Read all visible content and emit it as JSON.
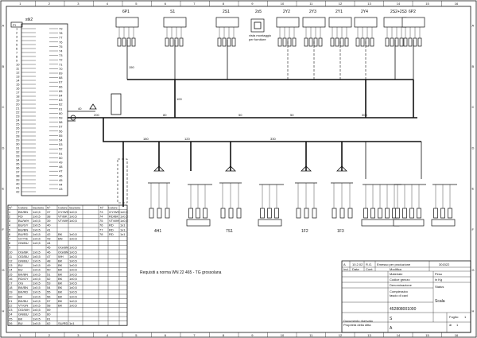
{
  "frame": {
    "columns": [
      "1",
      "2",
      "3",
      "4",
      "5",
      "6",
      "7",
      "8",
      "9",
      "10",
      "11",
      "12",
      "13",
      "14",
      "15",
      "16"
    ],
    "rows": [
      "A",
      "B",
      "C",
      "D",
      "E",
      "F",
      "G",
      "H"
    ]
  },
  "connector": {
    "name": "stk2",
    "label": "PI",
    "pins_left": [
      "1",
      "2",
      "3",
      "4",
      "5",
      "6",
      "7",
      "8",
      "9",
      "10",
      "11",
      "12",
      "13",
      "14",
      "15",
      "16",
      "17",
      "18",
      "19",
      "20",
      "21",
      "22",
      "23",
      "24",
      "25",
      "26",
      "27",
      "28",
      "29",
      "30",
      "31",
      "32",
      "33",
      "34",
      "35",
      "36",
      "37",
      "38",
      "39",
      "40",
      "41",
      "42"
    ],
    "pins_right": [
      "79",
      "78",
      "77",
      "76",
      "75",
      "74",
      "73",
      "72",
      "71",
      "70",
      "69",
      "68",
      "67",
      "66",
      "65",
      "64",
      "63",
      "62",
      "61",
      "60",
      "59",
      "58",
      "57",
      "56",
      "55",
      "54",
      "53",
      "52",
      "51",
      "50",
      "49",
      "48",
      "47",
      "46",
      "45",
      "44",
      "43"
    ]
  },
  "top_components": [
    {
      "name": "6P1"
    },
    {
      "name": "S1"
    },
    {
      "name": "2S1"
    },
    {
      "name": "2x5"
    },
    {
      "name": "2Y2"
    },
    {
      "name": "2Y3"
    },
    {
      "name": "2Y1"
    },
    {
      "name": "2Y4"
    },
    {
      "name": "2S2+2S3"
    },
    {
      "name": "6P2"
    }
  ],
  "viewer_note": "vista montaggio\nper fornitore",
  "segment_lengths": [
    "200",
    "40",
    "80",
    "50",
    "50",
    "300",
    "180",
    "120",
    "330",
    "100",
    "150"
  ],
  "bottom_components": [
    "4H1",
    "7S1",
    "1F2",
    "1F3"
  ],
  "requirement_note": "Requisiti a norma WN 22 465 - TG grossolana",
  "wire_table": {
    "headers": [
      "N°",
      "Colore",
      "Sezione",
      "N°",
      "Colore",
      "Sezione"
    ],
    "rows": [
      [
        "1",
        "BK/BN",
        "1x0,5",
        "37",
        "GY/WH",
        "1x0,5"
      ],
      [
        "2",
        "RD",
        "1x0,5",
        "38",
        "VT/BK",
        "1x0,5"
      ],
      [
        "3",
        "BU/WH",
        "1x0,5",
        "39",
        "VT/WH",
        "1x0,5"
      ],
      [
        "4",
        "BU/GY",
        "1x0,5",
        "40",
        "",
        ""
      ],
      [
        "5",
        "BU/BN",
        "1x0,5",
        "41",
        "",
        ""
      ],
      [
        "6",
        "BU/RD",
        "1x0,5",
        "42",
        "BK",
        "1x0,5"
      ],
      [
        "7",
        "GY/YE",
        "1x0,5",
        "43",
        "BN",
        "1x0,5"
      ],
      [
        "8",
        "GN/BU",
        "1x0,5",
        "44",
        "",
        ""
      ],
      [
        "9",
        "",
        "",
        "45",
        "OG/BN",
        "1x0,5"
      ],
      [
        "10",
        "OG/BK",
        "1x0,5",
        "46",
        "OG/BN",
        "1x0,5"
      ],
      [
        "11",
        "OG/BU",
        "1x0,5",
        "47",
        "WH",
        "1x0,5"
      ],
      [
        "12",
        "GN/BU",
        "1x0,5",
        "48",
        "BK",
        "1x0,5"
      ],
      [
        "13",
        "BU",
        "1x0,5",
        "49",
        "BK",
        "1x0,5"
      ],
      [
        "14",
        "BU",
        "1x0,5",
        "50",
        "BK",
        "1x0,5"
      ],
      [
        "15",
        "BK/BN",
        "1x0,5",
        "51",
        "BK",
        "1x0,5"
      ],
      [
        "16",
        "RD/GY",
        "1x0,5",
        "52",
        "BK",
        "1x0,5"
      ],
      [
        "17",
        "OG",
        "1x0,5",
        "53",
        "BK",
        "1x0,5"
      ],
      [
        "18",
        "BK/BN",
        "1x0,5",
        "54",
        "BK",
        "1x0,5"
      ],
      [
        "19",
        "BK/RD",
        "1x0,5",
        "55",
        "BK",
        "1x0,5"
      ],
      [
        "20",
        "BK",
        "1x0,5",
        "56",
        "BK",
        "1x0,5"
      ],
      [
        "21",
        "BK/BU",
        "1x0,5",
        "57",
        "BK",
        "1x0,5"
      ],
      [
        "22",
        "VT/GN",
        "1x0,5",
        "58",
        "BK",
        "1x0,5"
      ],
      [
        "23",
        "OG/WH",
        "1x0,5",
        "59",
        "",
        ""
      ],
      [
        "24",
        "GN/BU",
        "1x0,5",
        "60",
        "",
        ""
      ],
      [
        "25",
        "BK",
        "1x0,5",
        "61",
        "",
        ""
      ],
      [
        "26",
        "BU",
        "1x0,5",
        "62",
        "SU/RD",
        "1x1"
      ]
    ],
    "right_block": [
      [
        "73",
        "GY/WH",
        "1x0,5"
      ],
      [
        "74",
        "RD/BK",
        "1x0,5"
      ],
      [
        "75",
        "VT/WH",
        "1x0,5"
      ],
      [
        "76",
        "RD",
        "1x1"
      ],
      [
        "77",
        "RD",
        "1x1"
      ],
      [
        "78",
        "RD",
        "1x1"
      ],
      [
        "",
        "",
        ""
      ],
      [
        "",
        "",
        ""
      ],
      [
        "",
        "",
        ""
      ],
      [
        "",
        "",
        ""
      ],
      [
        "",
        "",
        ""
      ],
      [
        "",
        "",
        ""
      ],
      [
        "",
        "",
        ""
      ],
      [
        "",
        "",
        ""
      ],
      [
        "",
        "",
        ""
      ],
      [
        "",
        "",
        ""
      ],
      [
        "",
        "",
        ""
      ],
      [
        "",
        "",
        ""
      ],
      [
        "",
        "",
        ""
      ],
      [
        "",
        "",
        ""
      ],
      [
        "",
        "",
        ""
      ],
      [
        "",
        "",
        ""
      ],
      [
        "",
        "",
        ""
      ],
      [
        "",
        "",
        ""
      ],
      [
        "",
        "",
        ""
      ],
      [
        "",
        "",
        ""
      ]
    ]
  },
  "title_block": {
    "revision_header": [
      "Ind.",
      "Data",
      "Cont.",
      "Modifica"
    ],
    "revision_row": [
      "A",
      "10.2.02",
      "R.G.",
      "Emesso per produzione",
      "301522"
    ],
    "fields": [
      {
        "label": "Materiale",
        "value": ""
      },
      {
        "label": "Codice grezzo",
        "value": ""
      },
      {
        "label": "Denominazione",
        "value": "Complessivo\nfascio di cavi"
      },
      {
        "label": "Peso",
        "value": "in Kg"
      },
      {
        "label": "Status",
        "value": ""
      },
      {
        "label": "Scala",
        "value": ""
      }
    ],
    "drawing_number": "452808001000",
    "sheet": "1",
    "of": "1",
    "state": "S",
    "index": "A",
    "note": "Documento riservato\nProprietà della ditta"
  }
}
